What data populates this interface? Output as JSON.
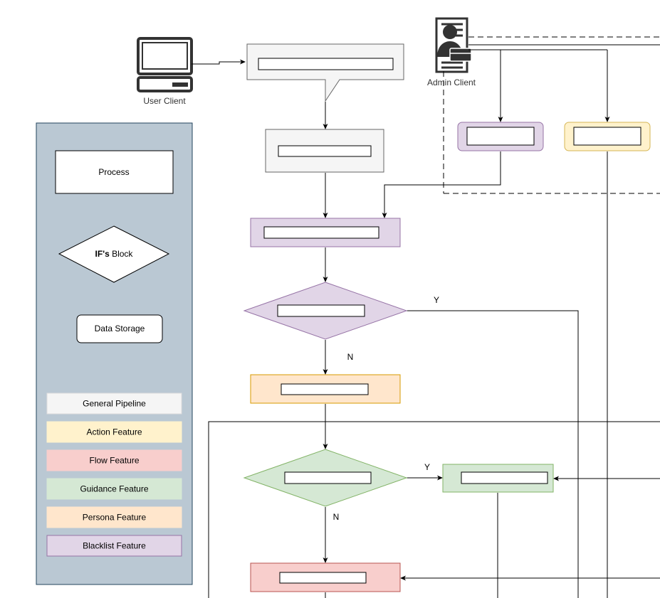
{
  "clients": {
    "user_client_label": "User Client",
    "admin_client_label": "Admin Client"
  },
  "legend": {
    "process_label": "Process",
    "ifs_block_bold": "IF's",
    "ifs_block_rest": " Block",
    "data_storage_label": "Data Storage",
    "features": [
      {
        "label": "General Pipeline",
        "fill": "#f5f5f5",
        "stroke": "#dddddd"
      },
      {
        "label": "Action Feature",
        "fill": "#fff2cc",
        "stroke": "#fff2cc"
      },
      {
        "label": "Flow Feature",
        "fill": "#f8cecc",
        "stroke": "#f8cecc"
      },
      {
        "label": "Guidance Feature",
        "fill": "#d5e8d4",
        "stroke": "#d5e8d4"
      },
      {
        "label": "Persona Feature",
        "fill": "#ffe6cc",
        "stroke": "#ffe6cc"
      },
      {
        "label": "Blacklist Feature",
        "fill": "#e1d5e7",
        "stroke": "#9673a6"
      }
    ]
  },
  "edges": {
    "blacklist_yes": "Y",
    "blacklist_no": "N",
    "guidance_yes": "Y",
    "guidance_no": "N"
  },
  "colors": {
    "legend_panel": "#bac8d3",
    "legend_panel_border": "#23445d",
    "general": "#f5f5f5",
    "general_stroke": "#666666",
    "blacklist": "#e1d5e7",
    "blacklist_stroke": "#9673a6",
    "action": "#fff2cc",
    "action_stroke": "#d6b656",
    "persona": "#ffe6cc",
    "persona_stroke": "#d79b00",
    "guidance": "#d5e8d4",
    "guidance_stroke": "#82b366",
    "flow": "#f8cecc",
    "flow_stroke": "#b85450",
    "icon": "#333333"
  }
}
